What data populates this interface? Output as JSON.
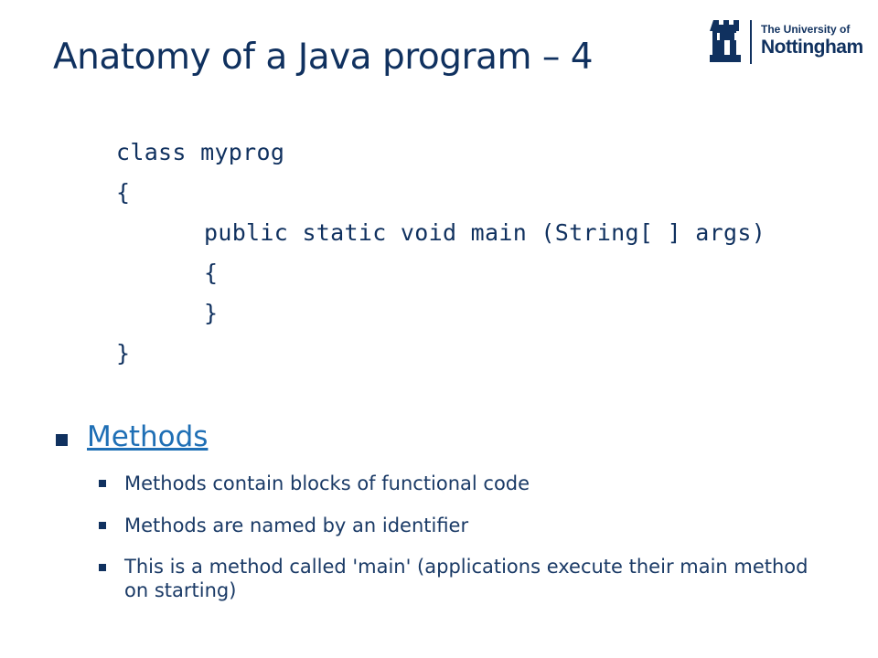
{
  "slide": {
    "title": "Anatomy of a Java program – 4"
  },
  "logo": {
    "line1": "The University of",
    "line2": "Nottingham"
  },
  "code": {
    "lines": [
      "class myprog",
      "{",
      "public static void main (String[ ] args)",
      "{",
      "}",
      "}"
    ]
  },
  "bullets": {
    "main": "Methods",
    "sub": [
      "Methods contain blocks of functional code",
      "Methods are named by an identifier",
      "This is a method called 'main' (applications execute their main method on starting)"
    ]
  },
  "colors": {
    "navy": "#10315f",
    "link": "#1f6fb5"
  }
}
